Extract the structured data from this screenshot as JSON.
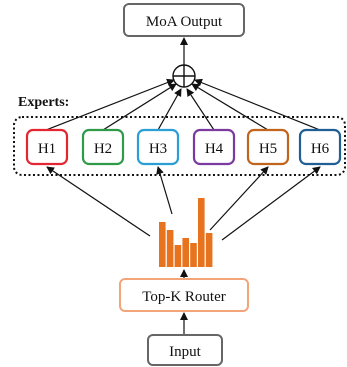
{
  "diagram": {
    "output_label": "MoA Output",
    "experts_title": "Experts:",
    "router_label": "Top-K Router",
    "input_label": "Input",
    "experts": [
      {
        "label": "H1",
        "color": "#e3262f"
      },
      {
        "label": "H2",
        "color": "#2e9a4a"
      },
      {
        "label": "H3",
        "color": "#2a9fd6"
      },
      {
        "label": "H4",
        "color": "#7a3aa0"
      },
      {
        "label": "H5",
        "color": "#c0641e"
      },
      {
        "label": "H6",
        "color": "#1f5f95"
      }
    ],
    "colors": {
      "io_border": "#666666",
      "router_border": "#f2a47a",
      "bar_fill": "#e8731f"
    }
  }
}
